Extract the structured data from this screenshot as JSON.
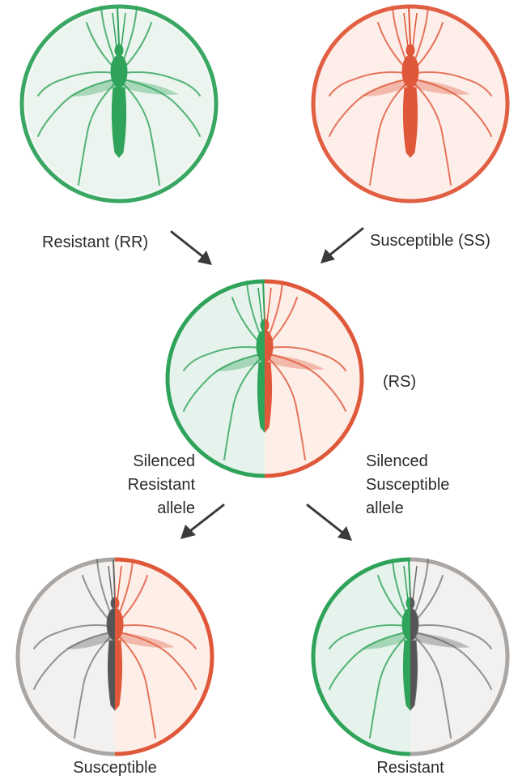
{
  "labels": {
    "resistant_rr": "Resistant (RR)",
    "susceptible_ss": "Susceptible (SS)",
    "heterozygote_rs": "(RS)",
    "silenced_resistant": [
      "Silenced",
      "Resistant",
      "allele"
    ],
    "silenced_susceptible": [
      "Silenced",
      "Susceptible",
      "allele"
    ],
    "outcome_susceptible": "Susceptible",
    "outcome_resistant": "Resistant"
  },
  "colors": {
    "resistant_green": "#2fa35a",
    "resistant_fill": "#eaf4ee",
    "susceptible_red": "#e0583a",
    "susceptible_fill": "#fdeee8",
    "silenced_grey": "#a9a6a4",
    "silenced_fill": "#f2f1f0",
    "arrow": "#3a3a3a"
  },
  "icons": {
    "mosquito": "mosquito-icon"
  }
}
